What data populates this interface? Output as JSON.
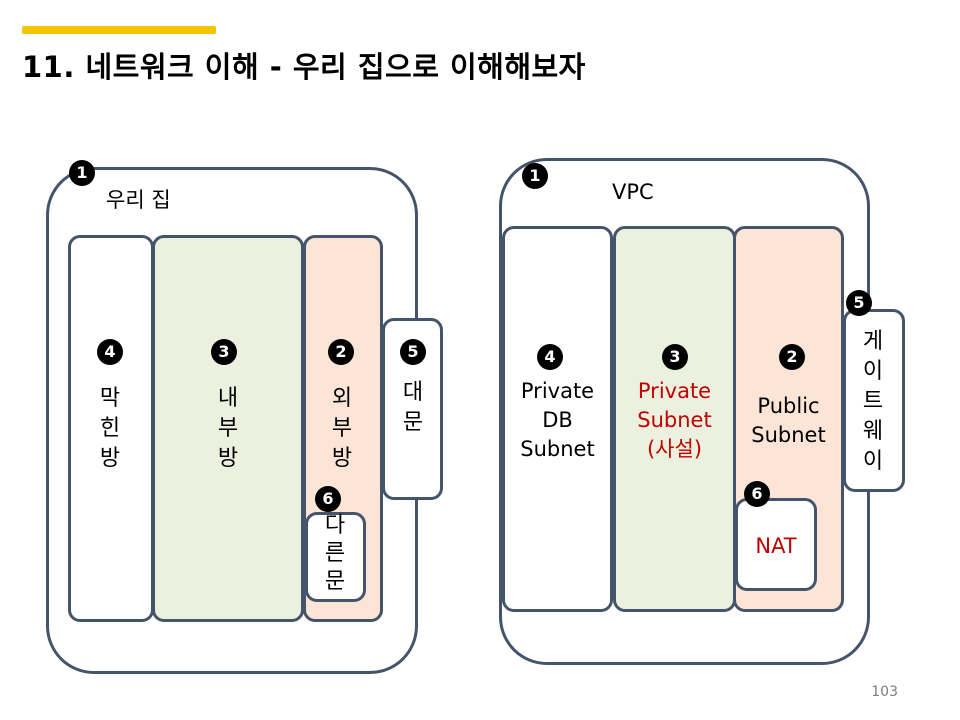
{
  "header": {
    "title": "11. 네트워크 이해 - 우리 집으로 이해해보자"
  },
  "house": {
    "label": "우리 집",
    "badge_outer": "1",
    "rooms": {
      "closed": {
        "badge": "4",
        "label": "막\n힌\n방"
      },
      "inner": {
        "badge": "3",
        "label": "내\n부\n방"
      },
      "outer": {
        "badge": "2",
        "label": "외\n부\n방"
      },
      "gate": {
        "badge": "5",
        "label": "대\n문"
      },
      "other_door": {
        "badge": "6",
        "label": "다\n른\n문"
      }
    }
  },
  "vpc": {
    "label": "VPC",
    "badge_outer": "1",
    "subnets": {
      "private_db": {
        "badge": "4",
        "label": "Private\nDB\nSubnet"
      },
      "private": {
        "badge": "3",
        "label": "Private\nSubnet\n(사설)"
      },
      "public": {
        "badge": "2",
        "label": "Public\nSubnet"
      },
      "gateway": {
        "badge": "5",
        "label": "게\n이\n트\n웨\n이"
      },
      "nat": {
        "badge": "6",
        "label": "NAT"
      }
    }
  },
  "footer": {
    "page_number": "103"
  },
  "colors": {
    "accent": "#f5c400",
    "border": "#44546a",
    "green_fill": "#ebf1de",
    "peach_fill": "#fce4d6",
    "red_text": "#c00000"
  }
}
